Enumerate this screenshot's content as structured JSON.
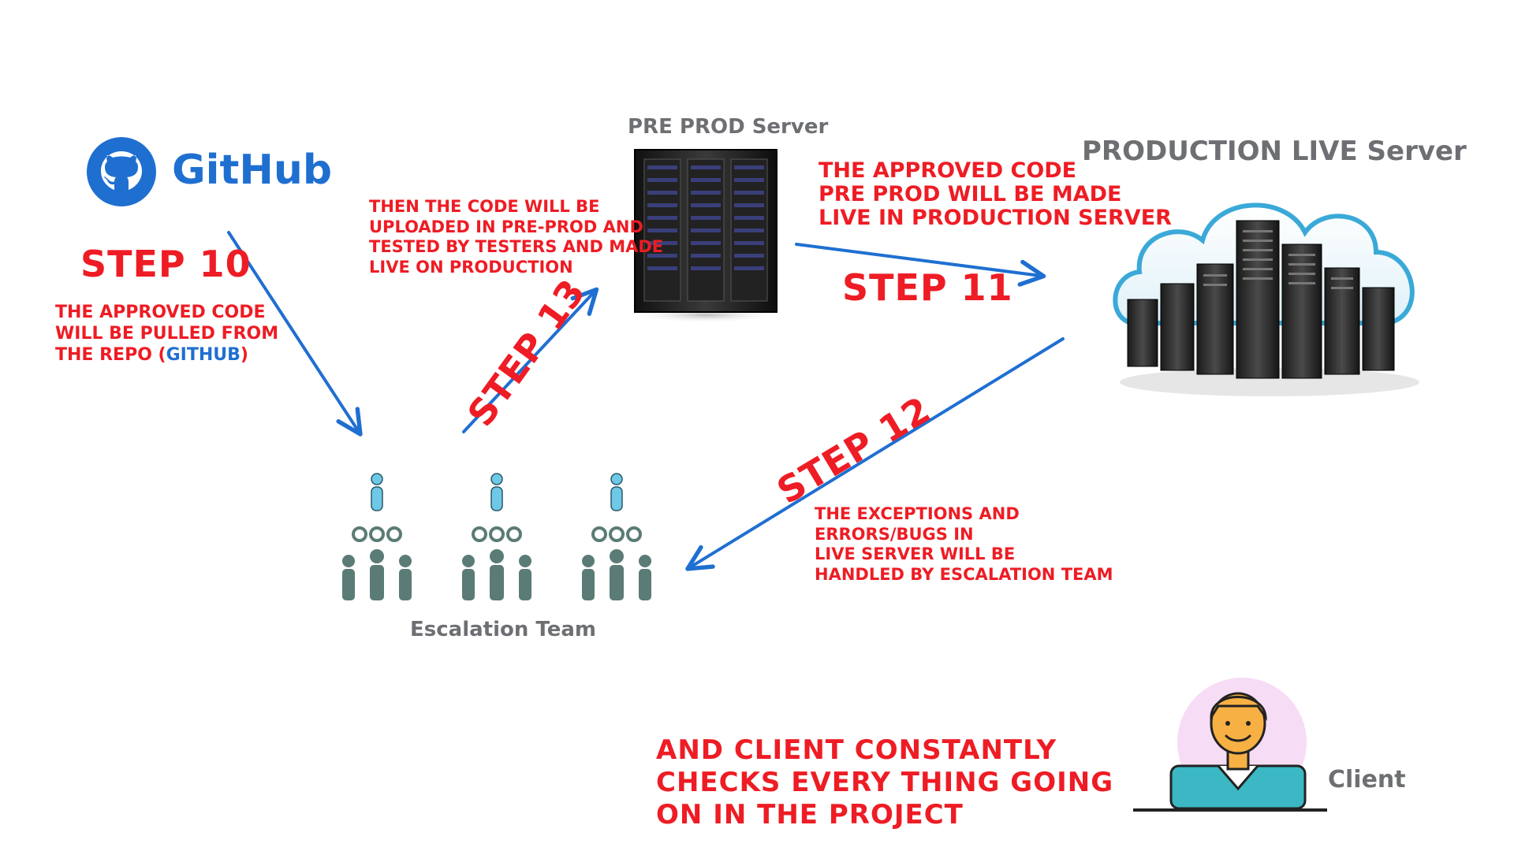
{
  "github": {
    "brand_label": "GitHub",
    "brand_color": "#1f6fd1",
    "icon": "github-octocat-icon"
  },
  "pre_prod": {
    "title": "PRE PROD Server",
    "icon": "server-rack-icon"
  },
  "production": {
    "title": "PRODUCTION LIVE Server",
    "icon": "cloud-server-icon"
  },
  "escalation": {
    "title": "Escalation Team",
    "icon": "team-gears-icon"
  },
  "client": {
    "title": "Client",
    "icon": "client-person-icon"
  },
  "steps": {
    "step10": {
      "label": "STEP 10",
      "description": [
        "THE APPROVED CODE",
        "WILL BE PULLED FROM"
      ],
      "description_last_prefix": "THE REPO (",
      "description_last_link": "GITHUB",
      "description_last_suffix": ")"
    },
    "step11": {
      "label": "STEP 11",
      "description": [
        "THE APPROVED CODE",
        "PRE PROD  WILL BE MADE",
        "LIVE IN PRODUCTION SERVER"
      ]
    },
    "step12": {
      "label": "STEP 12",
      "description": [
        "THE EXCEPTIONS AND",
        "ERRORS/BUGS IN",
        "LIVE SERVER WILL BE",
        "HANDLED BY  ESCALATION TEAM"
      ]
    },
    "step13": {
      "label": "STEP 13",
      "description": [
        "THEN THE CODE WILL BE",
        "UPLOADED IN PRE-PROD AND",
        "TESTED BY TESTERS AND MADE",
        "LIVE ON PRODUCTION"
      ]
    }
  },
  "client_note": [
    "AND CLIENT CONSTANTLY",
    "CHECKS EVERY THING GOING",
    "ON IN THE PROJECT"
  ],
  "colors": {
    "arrow": "#1f6fd1",
    "step_text": "#ee1c24",
    "label_gray": "#6d6f73",
    "team_green": "#5b7b76",
    "team_person_blue": "#6ec8e6",
    "client_shirt": "#3bb8c4",
    "client_face": "#f7b044",
    "client_bg": "#f7dcf5"
  }
}
